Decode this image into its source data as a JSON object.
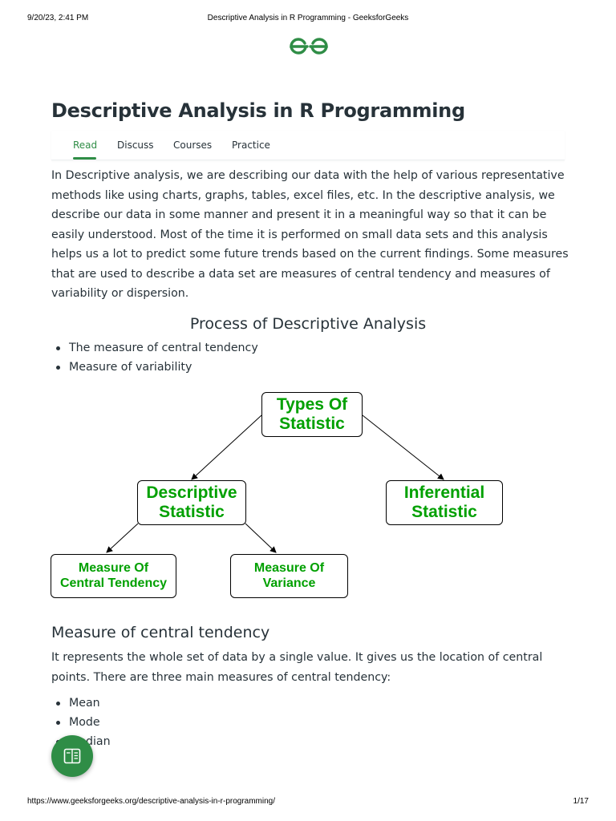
{
  "print_header": {
    "datetime": "9/20/23, 2:41 PM",
    "document_title": "Descriptive Analysis in R Programming - GeeksforGeeks"
  },
  "logo": {
    "icon": "geeksforgeeks-logo-icon",
    "color": "#2f8d46"
  },
  "article": {
    "title": "Descriptive Analysis in R Programming",
    "tabs": [
      {
        "label": "Read",
        "active": true
      },
      {
        "label": "Discuss",
        "active": false
      },
      {
        "label": "Courses",
        "active": false
      },
      {
        "label": "Practice",
        "active": false
      }
    ],
    "intro_lines": [
      "In Descriptive analysis, we are describing our data with the help of various representative",
      "methods like using charts, graphs, tables, excel files, etc. In the descriptive analysis, we",
      "describe our data in some manner and present it in a meaningful way so that it can be",
      "easily understood. Most of the time it is performed on small data sets and this analysis",
      "helps us a lot to predict some future trends based on the current findings. Some measures",
      "that are used to describe a data set are measures of central tendency and measures of",
      "variability or dispersion."
    ],
    "process_heading": "Process of Descriptive Analysis",
    "process_items": [
      "The measure of central tendency",
      "Measure of variability"
    ],
    "diagram": {
      "root": "Types Of\nStatistic",
      "left": "Descriptive\nStatistic",
      "right": "Inferential\nStatistic",
      "left_child_1": "Measure Of\nCentral Tendency",
      "left_child_2": "Measure Of\nVariance",
      "text_color": "#00a000"
    },
    "central_heading": "Measure of central tendency",
    "central_lines": [
      "It represents the whole set of data by a single value. It gives us the location of central",
      "points. There are three main measures of central tendency:"
    ],
    "central_items": [
      "Mean",
      "Mode",
      "Median"
    ]
  },
  "fab": {
    "icon": "reader-mode-icon",
    "color": "#2f8d46"
  },
  "print_footer": {
    "url": "https://www.geeksforgeeks.org/descriptive-analysis-in-r-programming/",
    "page": "1/17"
  }
}
